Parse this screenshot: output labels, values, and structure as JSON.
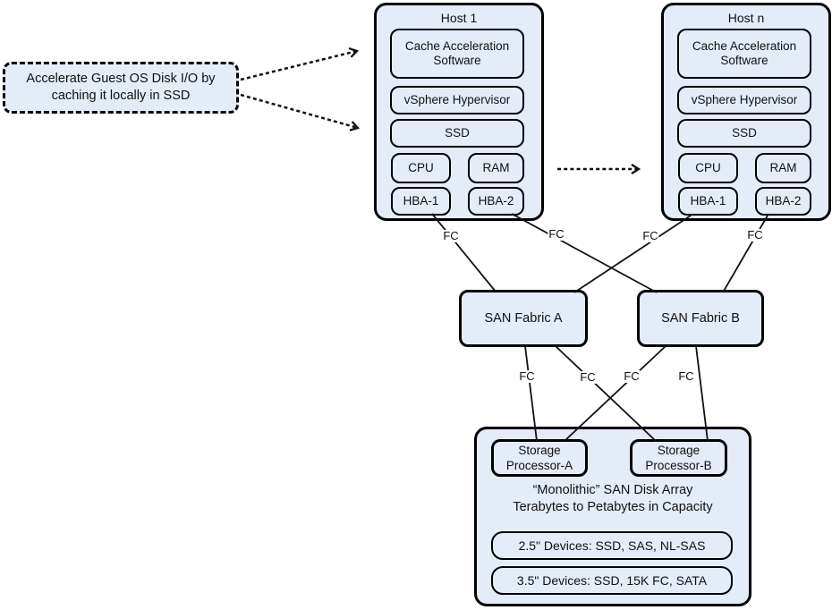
{
  "colors": {
    "box_fill": "#e4ecf8",
    "border": "#000000",
    "line": "#111111",
    "background": "#ffffff"
  },
  "callout": {
    "line1": "Accelerate Guest OS Disk I/O by",
    "line2": "caching it locally in SSD"
  },
  "hosts": [
    {
      "title": "Host 1",
      "cache": "Cache Acceleration Software",
      "hypervisor": "vSphere Hypervisor",
      "ssd": "SSD",
      "cpu": "CPU",
      "ram": "RAM",
      "hba1": "HBA-1",
      "hba2": "HBA-2"
    },
    {
      "title": "Host n",
      "cache": "Cache Acceleration Software",
      "hypervisor": "vSphere Hypervisor",
      "ssd": "SSD",
      "cpu": "CPU",
      "ram": "RAM",
      "hba1": "HBA-1",
      "hba2": "HBA-2"
    }
  ],
  "fabrics": [
    {
      "label": "SAN Fabric A"
    },
    {
      "label": "SAN Fabric B"
    }
  ],
  "labels": {
    "fc": "FC"
  },
  "storage": {
    "processor_a": "Storage Processor-A",
    "processor_b": "Storage Processor-B",
    "caption_line1": "“Monolithic” SAN Disk Array",
    "caption_line2": "Terabytes to Petabytes in Capacity",
    "device_rows": [
      "2.5\" Devices: SSD, SAS, NL-SAS",
      "3.5\" Devices: SSD, 15K FC, SATA"
    ]
  }
}
